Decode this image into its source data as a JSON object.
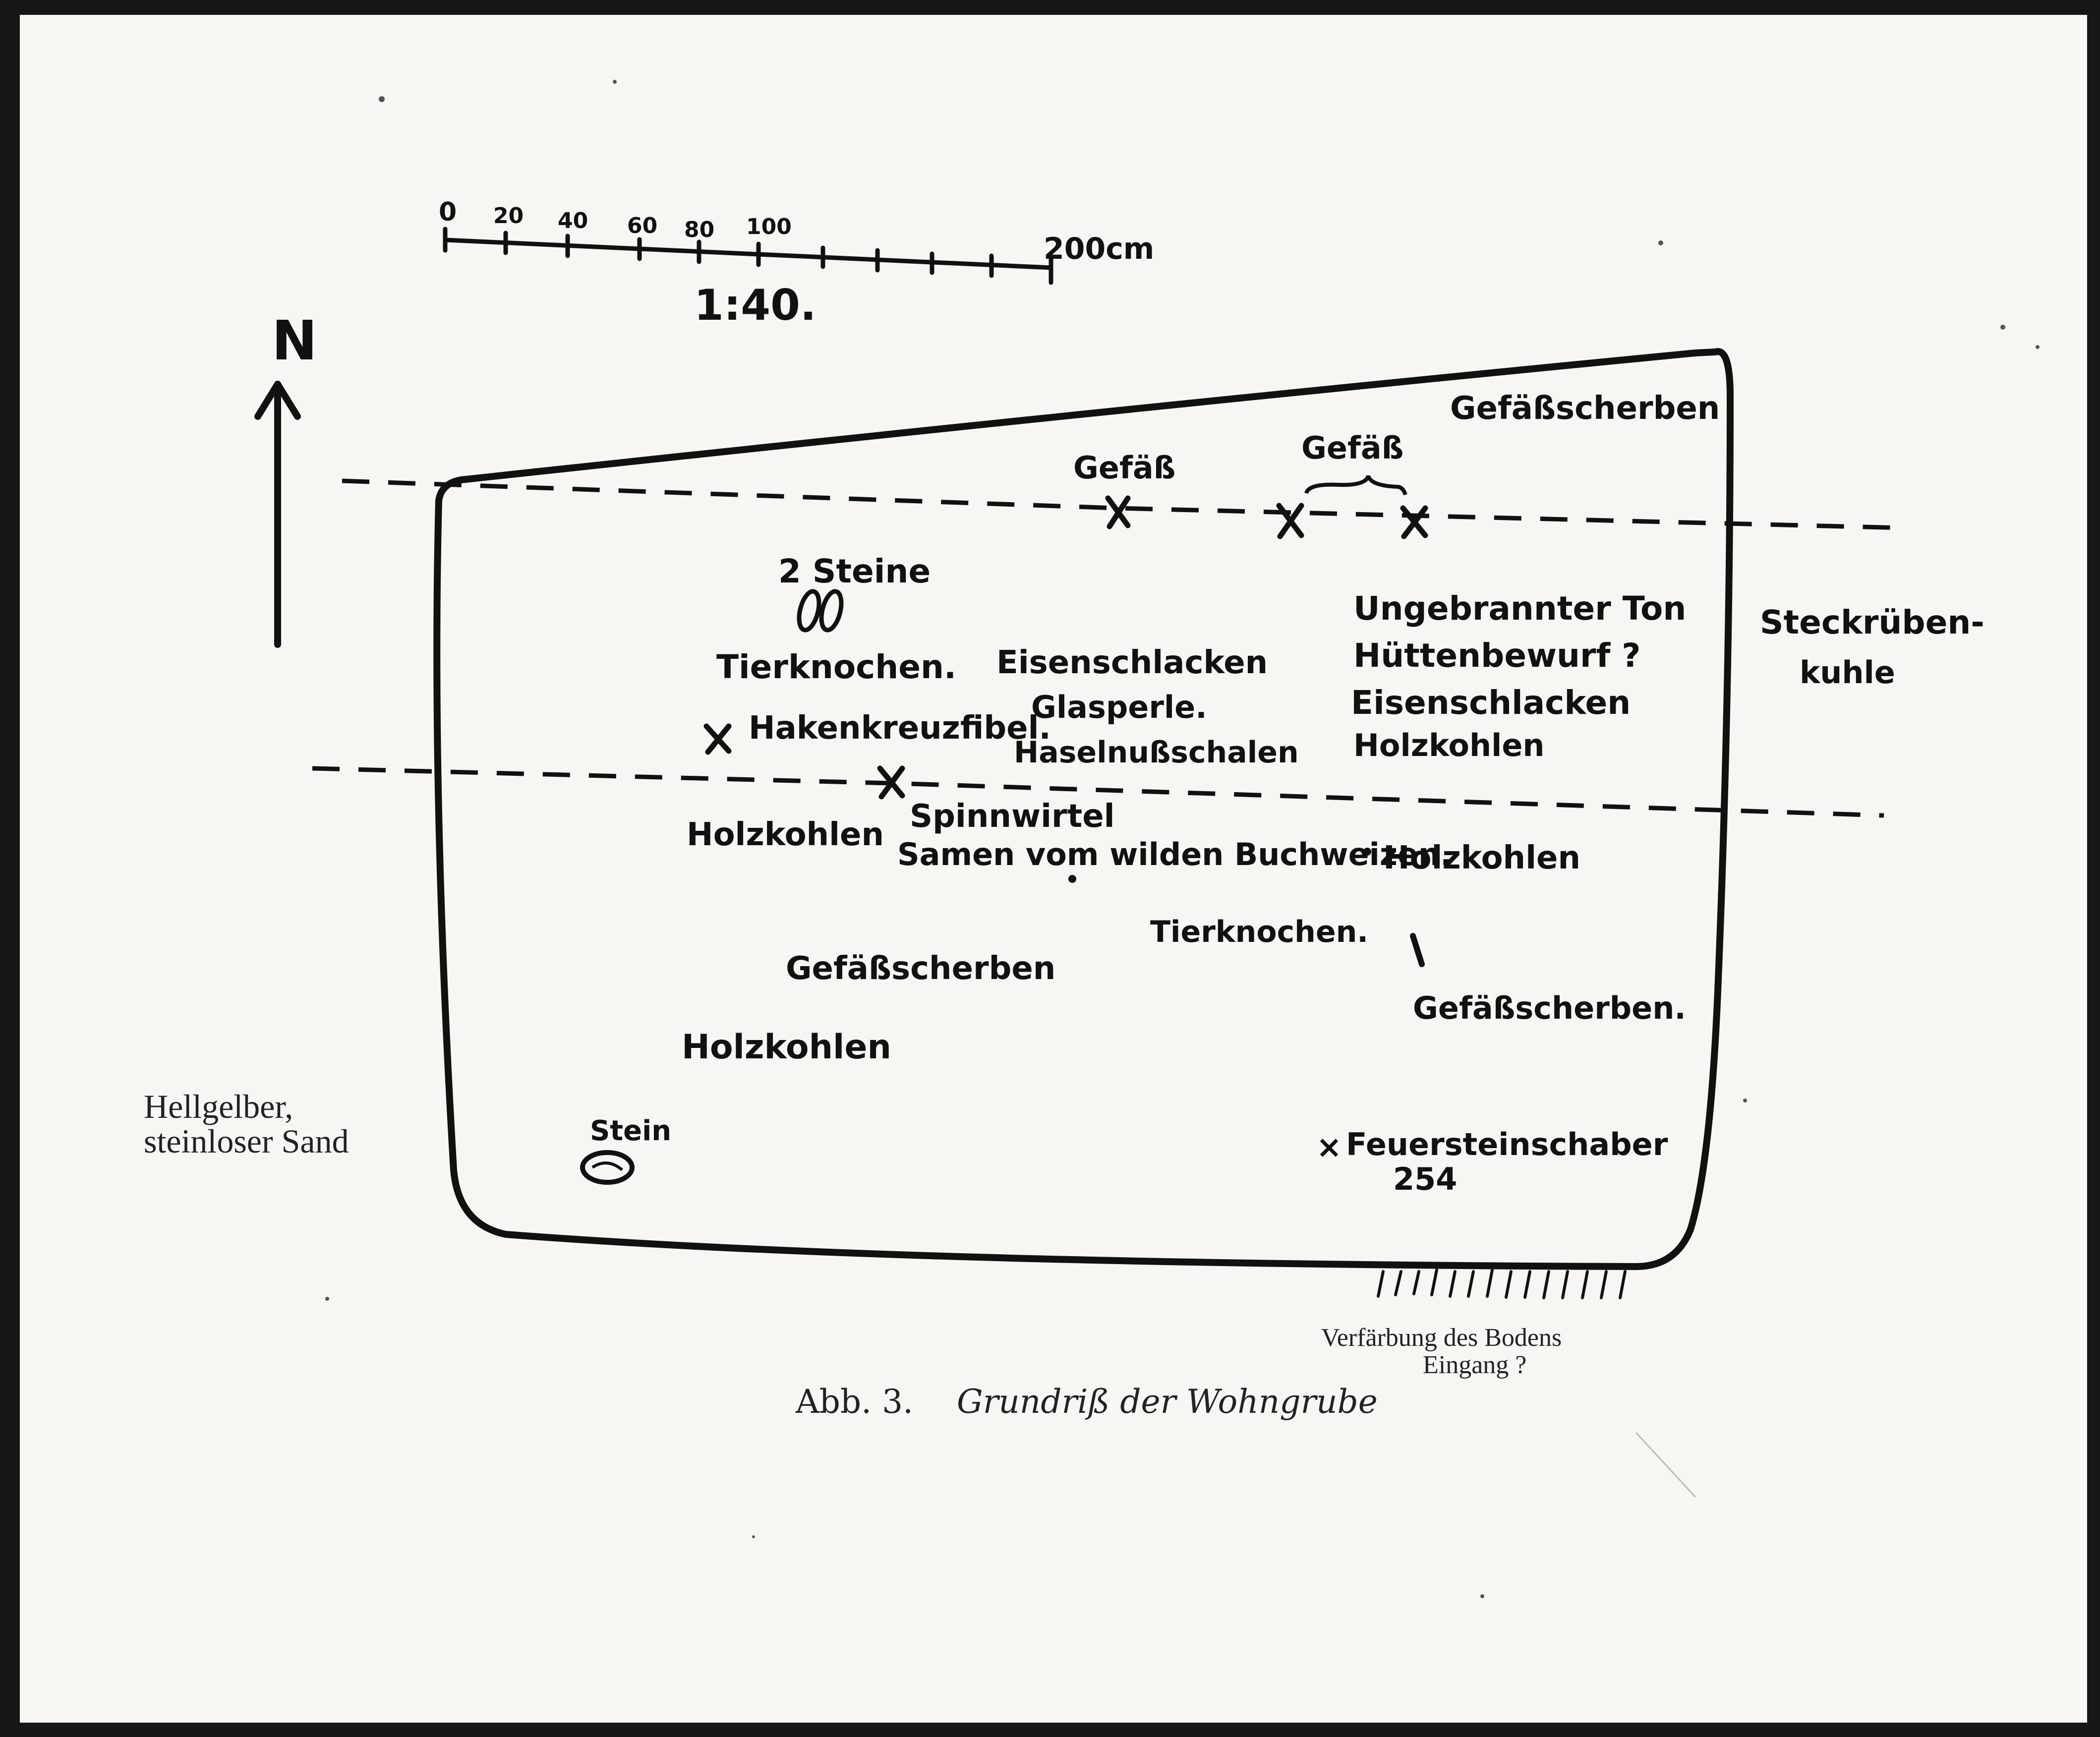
{
  "scale": {
    "ticks": [
      "0",
      "20",
      "40",
      "60",
      "80",
      "100"
    ],
    "end_label": "200cm",
    "ratio": "1:40."
  },
  "north": "N",
  "labels": {
    "gefaess_1": "Gefäß",
    "gefaess_2": "Gefäß",
    "gefaess_scherben_top": "Gefäßscherben",
    "zwei_steine": "2 Steine",
    "tierknochen_1": "Tierknochen.",
    "eisenschlacken_1": "Eisenschlacken",
    "glasperle": "Glasperle.",
    "haselnuss": "Haselnußschalen",
    "hakenkreuzfibel": "Hakenkreuzfibel.",
    "ungebrannter_ton": "Ungebrannter Ton",
    "huettenbewurf": "Hüttenbewurf ?",
    "eisenschlacken_2": "Eisenschlacken",
    "holzkohlen_1": "Holzkohlen",
    "steckrueben_1": "Steckrüben-",
    "steckrueben_2": "kuhle",
    "spinnwirtel": "Spinnwirtel",
    "holzkohlen_2": "Holzkohlen",
    "samen": "Samen vom wilden Buchweizen.",
    "holzkohlen_3": "Holzkohlen",
    "tierknochen_2": "Tierknochen.",
    "gefaess_scherben_mid": "Gefäßscherben",
    "gefaess_scherben_right": "Gefäßscherben.",
    "holzkohlen_4": "Holzkohlen",
    "stein": "Stein",
    "feuerstein": "Feuersteinschaber",
    "feuerstein_nr": "254",
    "sand_1": "Hellgelber,",
    "sand_2": "steinloser Sand",
    "verfaerbung_1": "Verfärbung des Bodens",
    "verfaerbung_2": "Eingang ?"
  },
  "caption": {
    "fig": "Abb. 3.",
    "title": "Grundriß der Wohngrube"
  }
}
